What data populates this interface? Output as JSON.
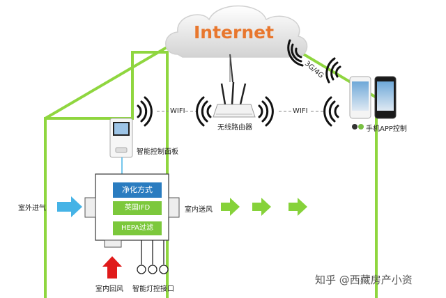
{
  "cloud_label": "Internet",
  "network_label": "3G/4G",
  "wifi_left_label": "WIFI",
  "wifi_right_label": "WIFI",
  "router_label": "无线路由器",
  "phone_app_label": "手机APP控制",
  "panel_label": "智能控制面板",
  "outdoor_inlet_label": "室外进气",
  "supply_air_label": "室内送风",
  "return_air_label": "室内回风",
  "lamp_interface_label": "智能灯控接口",
  "purification_title": "净化方式",
  "purification_methods": [
    "英国IFD",
    "HEPA过滤"
  ],
  "watermark": "知乎 @西藏房产小资",
  "colors": {
    "house_outline": "#8fd63f",
    "cloud_text": "#e8772e",
    "inlet_arrow": "#45b3e6",
    "supply_arrow": "#86d23a",
    "return_arrow": "#e01a1a",
    "title_box": "#2a7cc0",
    "method_box": "#7cc83c"
  }
}
